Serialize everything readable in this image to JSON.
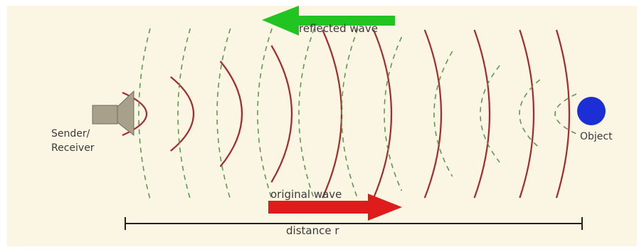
{
  "labels": {
    "reflected": "reflected wave",
    "original": "original wave",
    "distance": "distance r",
    "sender": "Sender/\nReceiver",
    "object": "Object"
  },
  "colors": {
    "background": "#fbf6e4",
    "original_wave": "#a52a2a",
    "reflected_wave": "#5f9a50",
    "reflected_arrow": "#22c422",
    "original_arrow": "#e01b1b",
    "object": "#1c2fd6",
    "speaker": "#a9a08b"
  },
  "icons": {
    "sender": "speaker-icon",
    "object": "ball-icon",
    "reflected_direction": "arrow-left-icon",
    "original_direction": "arrow-right-icon"
  }
}
